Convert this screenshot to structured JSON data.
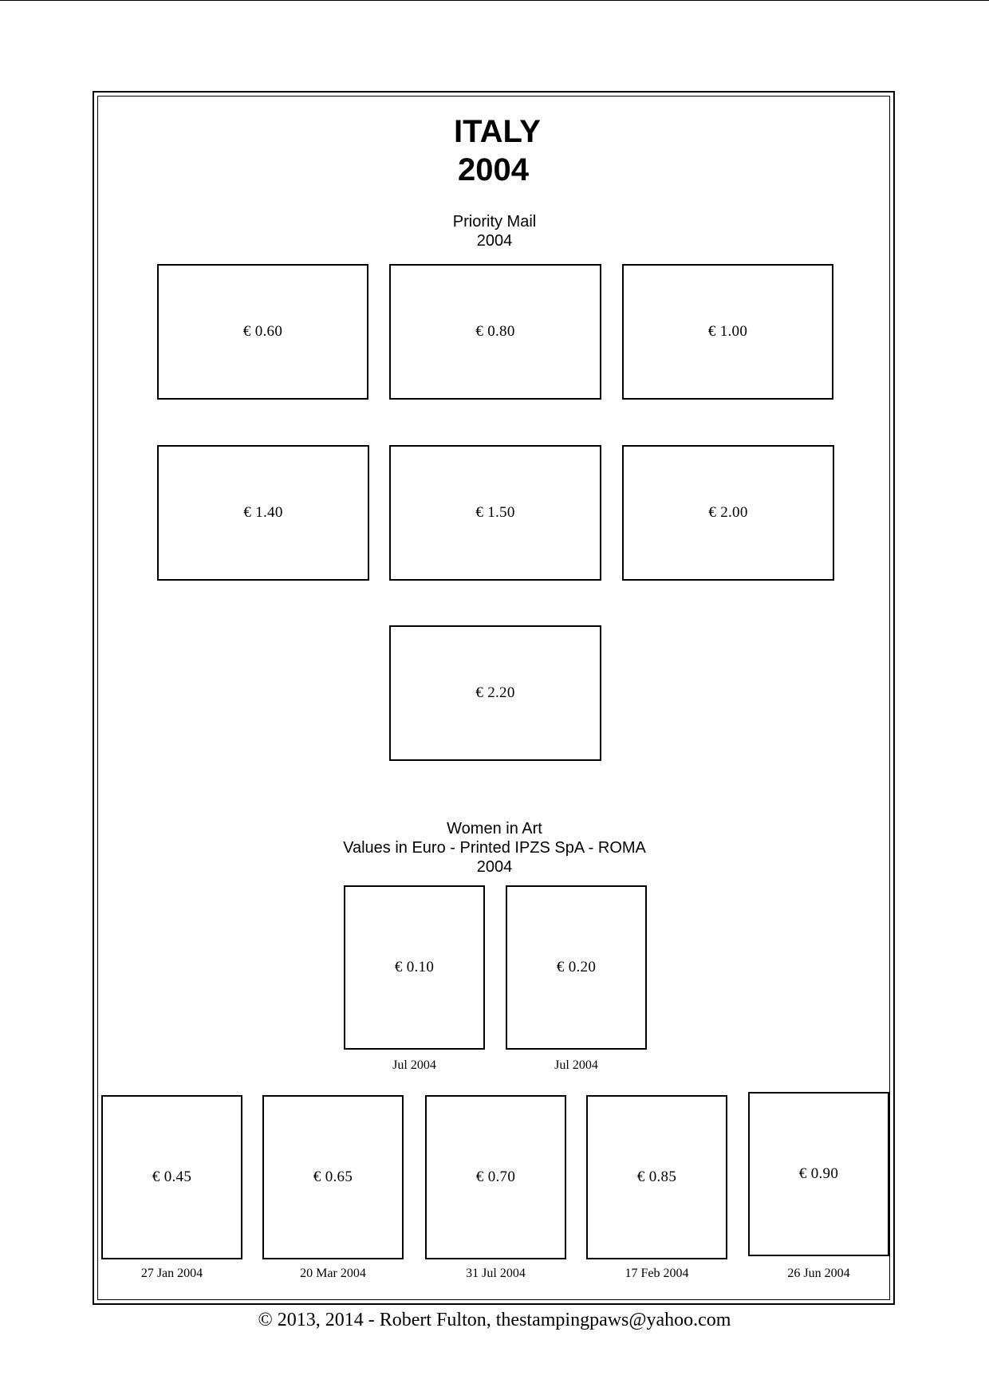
{
  "page": {
    "title": "ITALY",
    "year": "2004"
  },
  "priority_mail": {
    "title": "Priority Mail",
    "year": "2004",
    "stamps": [
      "€ 0.60",
      "€ 0.80",
      "€ 1.00",
      "€ 1.40",
      "€ 1.50",
      "€ 2.00",
      "€ 2.20"
    ]
  },
  "women_in_art": {
    "title": "Women in Art",
    "subtitle": "Values in Euro - Printed IPZS SpA - ROMA",
    "year": "2004",
    "row1": [
      {
        "value": "€ 0.10",
        "date": "Jul 2004"
      },
      {
        "value": "€ 0.20",
        "date": "Jul 2004"
      }
    ],
    "row2": [
      {
        "value": "€ 0.45",
        "date": "27 Jan 2004"
      },
      {
        "value": "€ 0.65",
        "date": "20 Mar 2004"
      },
      {
        "value": "€ 0.70",
        "date": "31 Jul 2004"
      },
      {
        "value": "€ 0.85",
        "date": "17 Feb 2004"
      },
      {
        "value": "€ 0.90",
        "date": "26 Jun 2004"
      }
    ]
  },
  "footer": {
    "copyright": "© 2013, 2014  -  Robert Fulton, thestampingpaws@yahoo.com"
  }
}
